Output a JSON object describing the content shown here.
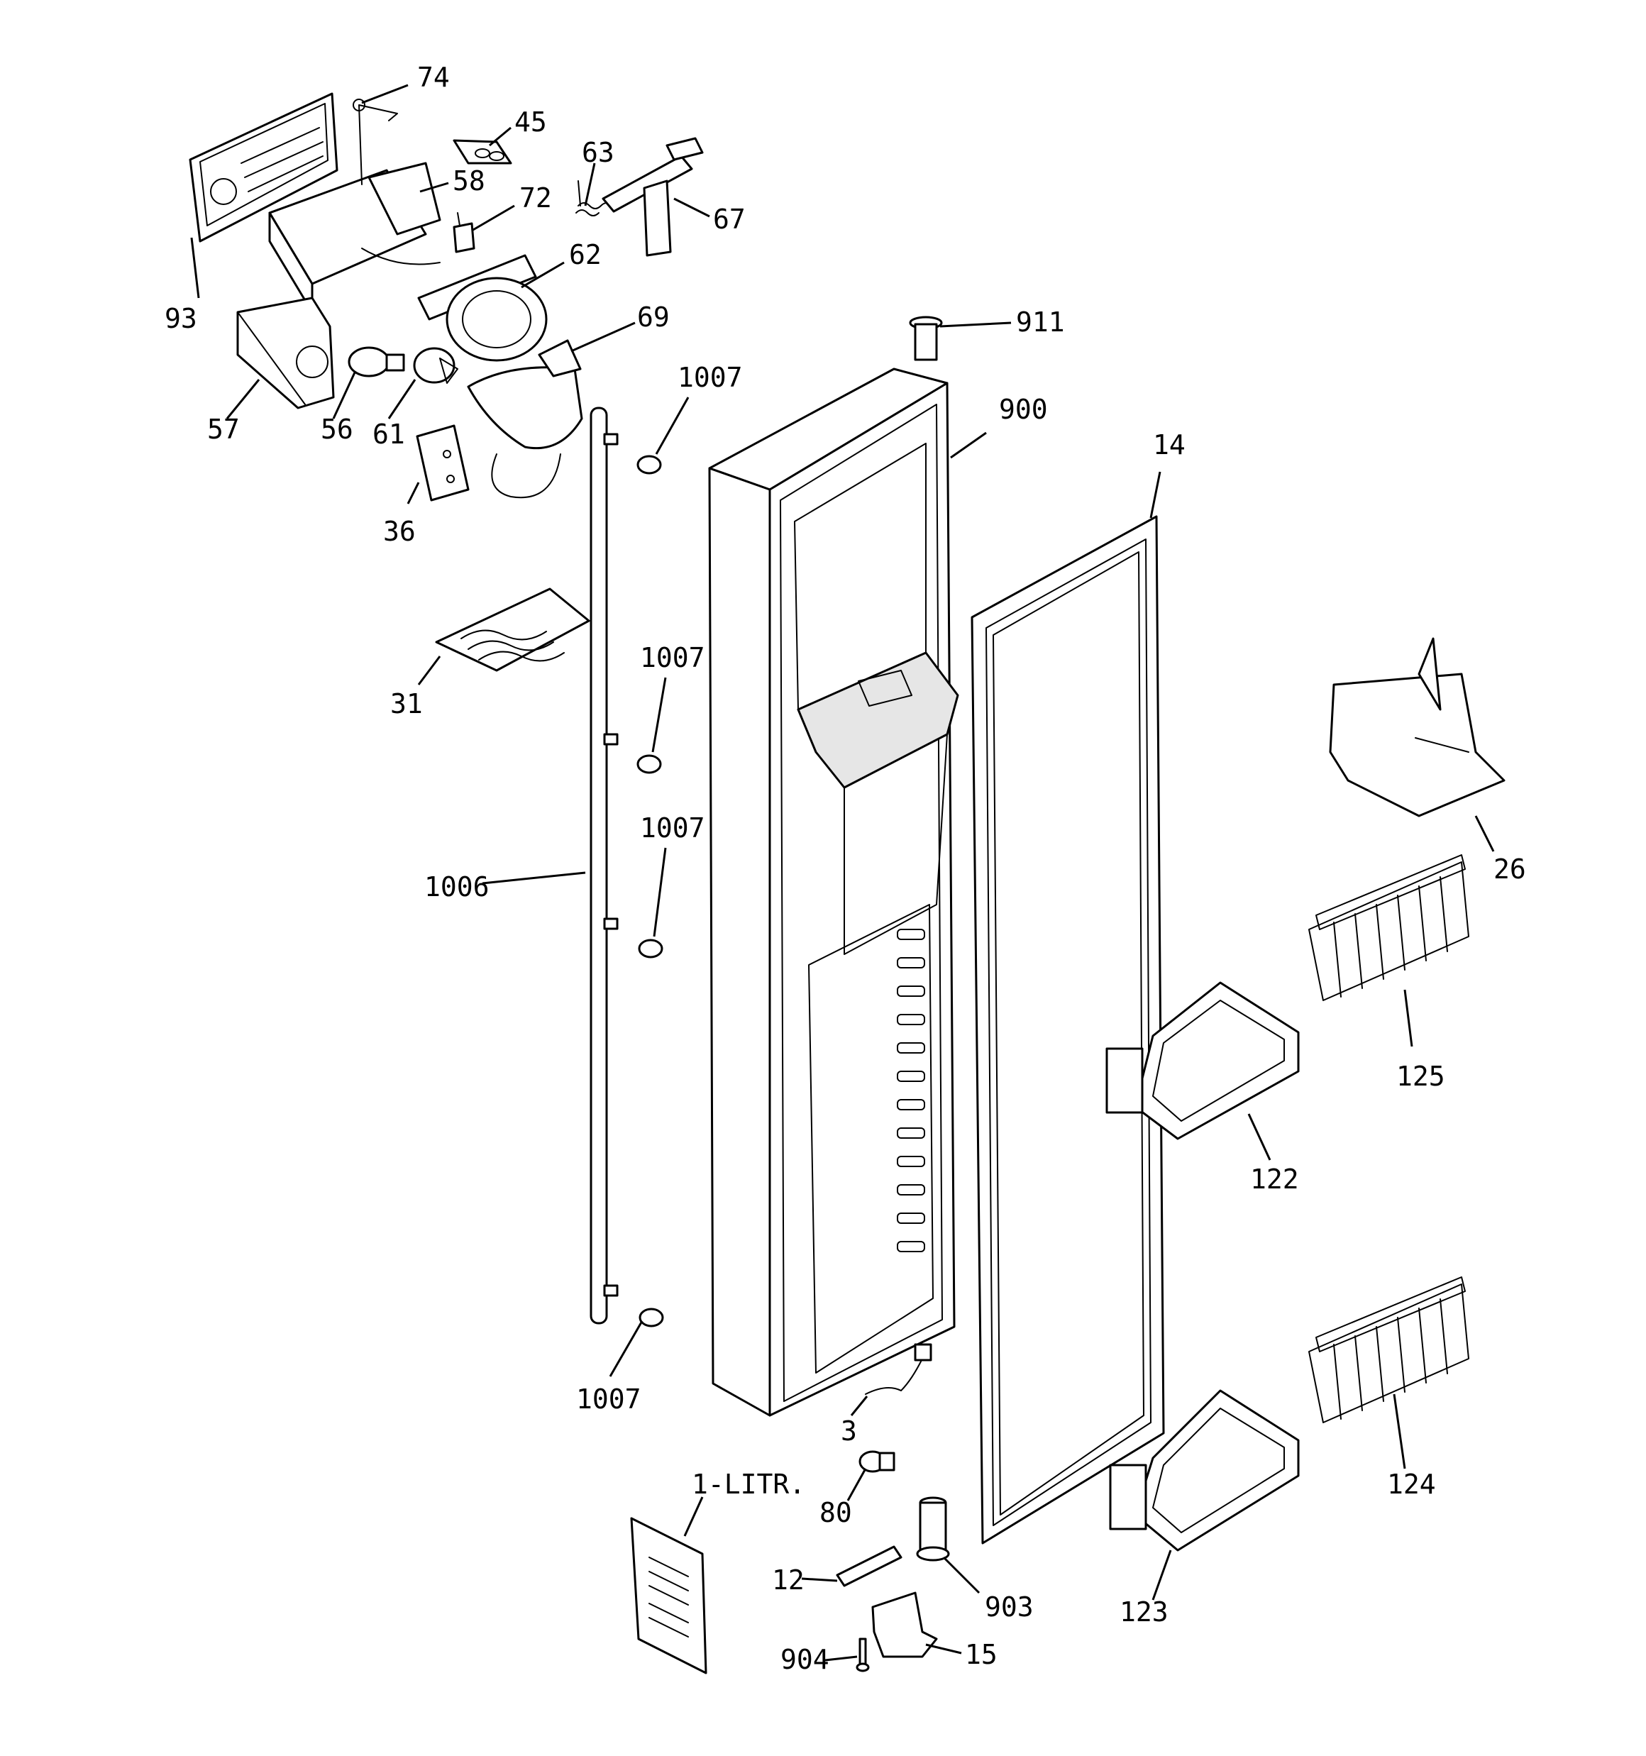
{
  "labels": {
    "p74": "74",
    "p45": "45",
    "p58": "58",
    "p63": "63",
    "p72": "72",
    "p67": "67",
    "p93": "93",
    "p62": "62",
    "p69": "69",
    "p911": "911",
    "p57": "57",
    "p56": "56",
    "p61": "61",
    "p1007a": "1007",
    "p900": "900",
    "p36": "36",
    "p14": "14",
    "p31": "31",
    "p1007b": "1007",
    "p26": "26",
    "p1007c": "1007",
    "p1006": "1006",
    "p125": "125",
    "p122": "122",
    "p1007d": "1007",
    "p3": "3",
    "p1litr": "1-LITR.",
    "p80": "80",
    "p124": "124",
    "p12": "12",
    "p903": "903",
    "p123": "123",
    "p15": "15",
    "p904": "904"
  }
}
